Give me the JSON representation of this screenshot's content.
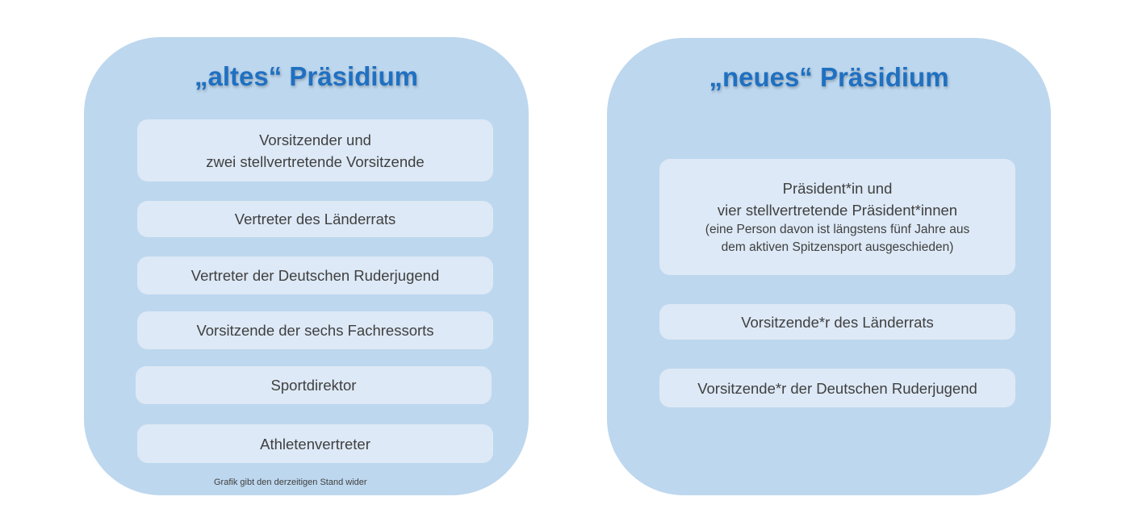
{
  "left": {
    "title": "„altes“ Präsidium",
    "boxes": [
      {
        "line1": "Vorsitzender und",
        "line2": "zwei stellvertretende Vorsitzende"
      },
      {
        "line1": "Vertreter des Länderrats"
      },
      {
        "line1": "Vertreter der Deutschen Ruderjugend"
      },
      {
        "line1": "Vorsitzende der sechs Fachressorts"
      },
      {
        "line1": "Sportdirektor"
      },
      {
        "line1": "Athletenvertreter"
      }
    ],
    "note": "Grafik gibt den derzeitigen Stand wider"
  },
  "right": {
    "title": "„neues“ Präsidium",
    "boxes": [
      {
        "line1": "Präsident*in und",
        "line2": "vier stellvertretende Präsident*innen",
        "line3": "(eine Person davon ist längstens fünf Jahre aus",
        "line4": "dem aktiven Spitzensport ausgeschieden)"
      },
      {
        "line1": "Vorsitzende*r des Länderrats"
      },
      {
        "line1": "Vorsitzende*r der Deutschen Ruderjugend"
      }
    ]
  }
}
